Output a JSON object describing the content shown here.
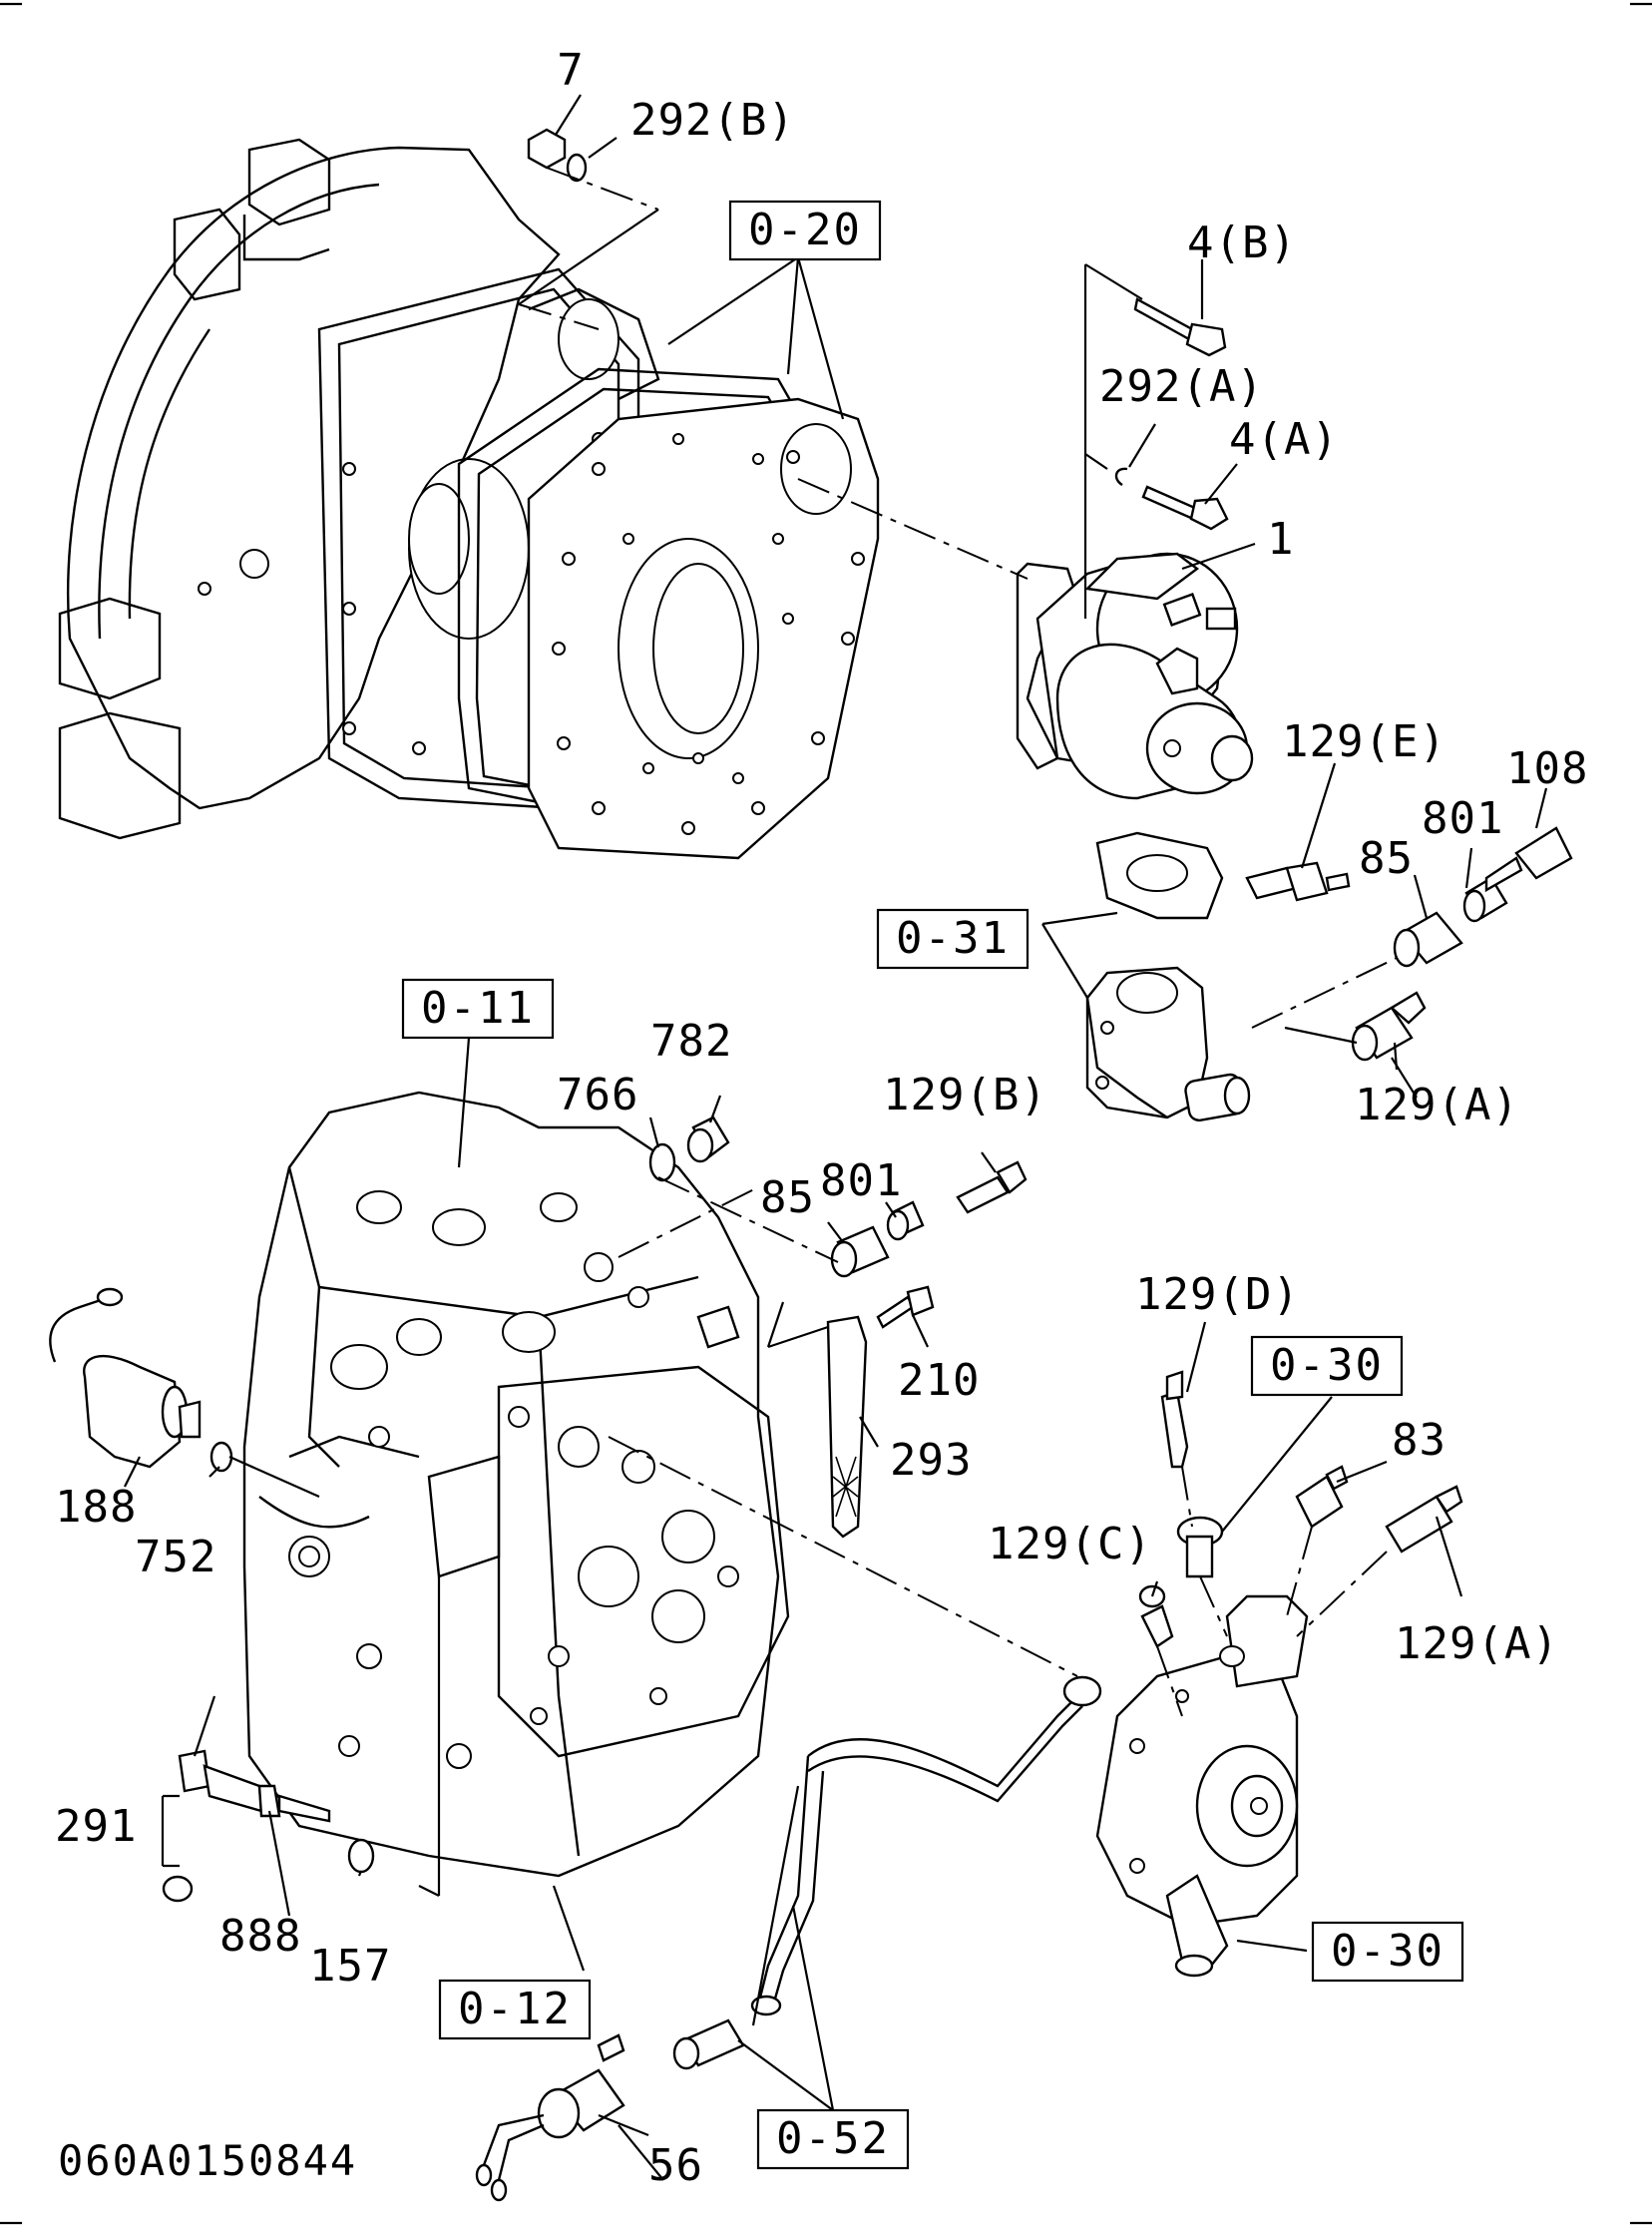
{
  "diagram": {
    "drawing_code": "060A0150844",
    "reference_boxes": [
      {
        "id": "ref_020",
        "text": "0-20"
      },
      {
        "id": "ref_031",
        "text": "0-31"
      },
      {
        "id": "ref_011",
        "text": "0-11"
      },
      {
        "id": "ref_030a",
        "text": "0-30"
      },
      {
        "id": "ref_030b",
        "text": "0-30"
      },
      {
        "id": "ref_012",
        "text": "0-12"
      },
      {
        "id": "ref_052",
        "text": "0-52"
      }
    ],
    "part_labels": {
      "p7": "7",
      "p292b": "292(B)",
      "p4b": "4(B)",
      "p292a": "292(A)",
      "p4a": "4(A)",
      "p1": "1",
      "p129e": "129(E)",
      "p108": "108",
      "p801a": "801",
      "p85a": "85",
      "p129a1": "129(A)",
      "p782": "782",
      "p766": "766",
      "p129b": "129(B)",
      "p801b": "801",
      "p85b": "85",
      "p210": "210",
      "p293": "293",
      "p129d": "129(D)",
      "p83": "83",
      "p129c": "129(C)",
      "p129a2": "129(A)",
      "p188": "188",
      "p752": "752",
      "p291": "291",
      "p888": "888",
      "p157": "157",
      "p56": "56"
    }
  }
}
